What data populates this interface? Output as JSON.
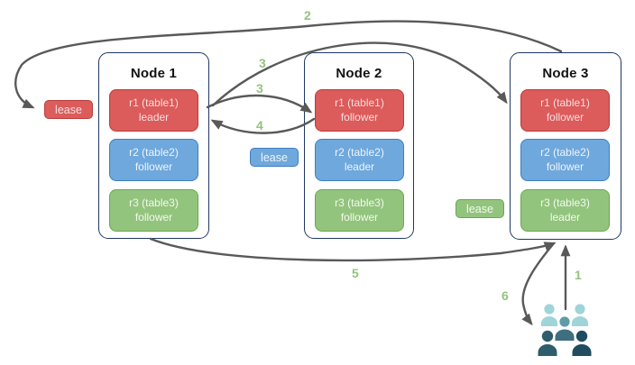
{
  "nodes": [
    {
      "title": "Node 1",
      "replicas": [
        {
          "label": "r1 (table1)",
          "role": "leader",
          "color": "#dc5b5b"
        },
        {
          "label": "r2 (table2)",
          "role": "follower",
          "color": "#6fa8dc"
        },
        {
          "label": "r3 (table3)",
          "role": "follower",
          "color": "#93c47d"
        }
      ]
    },
    {
      "title": "Node 2",
      "replicas": [
        {
          "label": "r1 (table1)",
          "role": "follower",
          "color": "#dc5b5b"
        },
        {
          "label": "r2 (table2)",
          "role": "leader",
          "color": "#6fa8dc"
        },
        {
          "label": "r3 (table3)",
          "role": "follower",
          "color": "#93c47d"
        }
      ]
    },
    {
      "title": "Node 3",
      "replicas": [
        {
          "label": "r1 (table1)",
          "role": "follower",
          "color": "#dc5b5b"
        },
        {
          "label": "r2 (table2)",
          "role": "follower",
          "color": "#6fa8dc"
        },
        {
          "label": "r3 (table3)",
          "role": "leader",
          "color": "#93c47d"
        }
      ]
    }
  ],
  "leases": {
    "table1": {
      "label": "lease",
      "color": "#dc5b5b"
    },
    "table2": {
      "label": "lease",
      "color": "#6fa8dc"
    },
    "table3": {
      "label": "lease",
      "color": "#93c47d"
    }
  },
  "steps": {
    "s1": "1",
    "s2": "2",
    "s3a": "3",
    "s3b": "3",
    "s4": "4",
    "s5": "5",
    "s6": "6"
  },
  "icons": {
    "users_group": "users-group-icon"
  },
  "colors": {
    "arrow": "#595959",
    "step_label": "#93c47d",
    "node_border": "#1f3864",
    "red_fill": "#dc5b5b",
    "red_border": "#b93d3a",
    "blue_fill": "#6fa8dc",
    "blue_border": "#3d7ec0",
    "green_fill": "#93c47d",
    "green_border": "#69a84f",
    "users_light": "#9fd4d8",
    "users_mid": "#5e9da6",
    "users_dark": "#1f4c5f"
  }
}
